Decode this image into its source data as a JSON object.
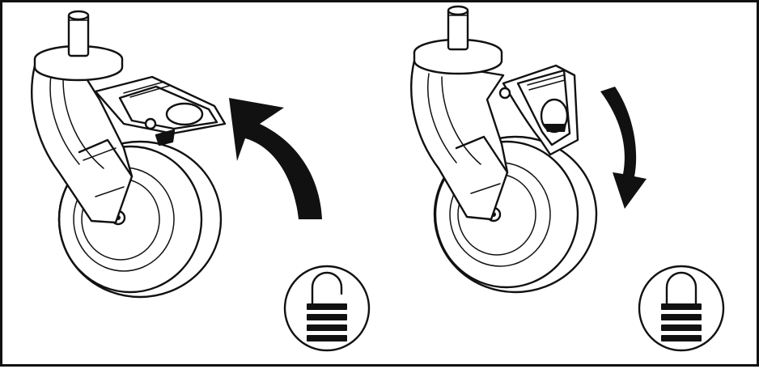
{
  "figure": {
    "panels": [
      {
        "id": "unlocked",
        "state": "unlocked",
        "arrow_direction": "up",
        "lock_icon": "padlock-open-icon"
      },
      {
        "id": "locked",
        "state": "locked",
        "arrow_direction": "down",
        "lock_icon": "padlock-closed-icon"
      }
    ],
    "colors": {
      "ink": "#111111",
      "background": "#ffffff"
    }
  }
}
